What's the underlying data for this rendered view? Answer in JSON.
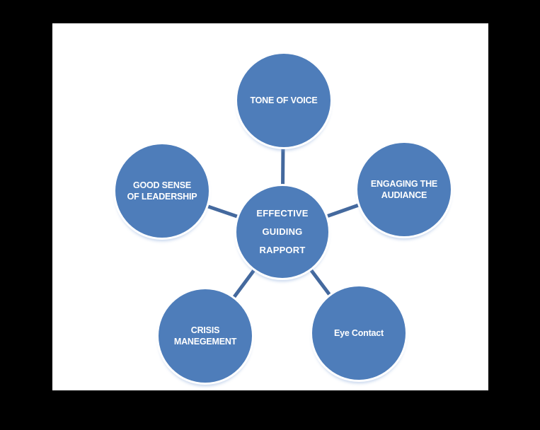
{
  "diagram": {
    "type": "radial",
    "colors": {
      "background": "#000000",
      "canvas": "#ffffff",
      "node_fill": "#4e7dba",
      "connector": "#44699e",
      "text": "#ffffff"
    },
    "center": {
      "lines": [
        "EFFECTIVE",
        "GUIDING",
        "RAPPORT"
      ]
    },
    "nodes": [
      {
        "id": "tone-of-voice",
        "lines": [
          "TONE OF VOICE",
          ""
        ]
      },
      {
        "id": "engaging-the-audiance",
        "lines": [
          "ENGAGING THE",
          "AUDIANCE"
        ]
      },
      {
        "id": "good-sense-of-leadership",
        "lines": [
          "GOOD SENSE",
          "OF LEADERSHIP"
        ]
      },
      {
        "id": "crisis-manegement",
        "lines": [
          "CRISIS",
          "MANEGEMENT"
        ]
      },
      {
        "id": "eye-contact",
        "lines": [
          "Eye Contact",
          ""
        ]
      }
    ]
  }
}
